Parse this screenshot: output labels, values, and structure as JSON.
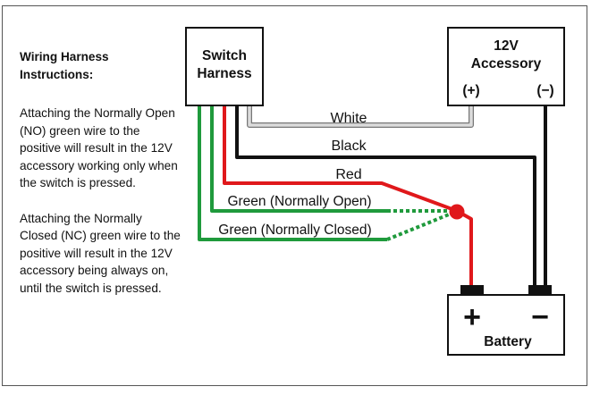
{
  "instructions": {
    "heading": "Wiring Harness Instructions:",
    "para_no": "Attaching the Normally Open (NO) green wire to the positive will result in the 12V accessory working only when the switch is pressed.",
    "para_nc": "Attaching the Normally Closed (NC) green wire to the positive will result in the 12V accessory being always on, until the switch is pressed."
  },
  "switch_harness": {
    "line1": "Switch",
    "line2": "Harness"
  },
  "accessory": {
    "line1": "12V",
    "line2": "Accessory",
    "positive": "(+)",
    "negative": "(−)"
  },
  "wires": {
    "white": "White",
    "black": "Black",
    "red": "Red",
    "green_no": "Green (Normally Open)",
    "green_nc": "Green (Normally Closed)"
  },
  "battery": {
    "label": "Battery",
    "plus": "+",
    "minus": "−"
  },
  "colors": {
    "white_wire": "#c8c8c8",
    "black_wire": "#111111",
    "red_wire": "#e0181b",
    "green_wire": "#1f9a3c"
  }
}
